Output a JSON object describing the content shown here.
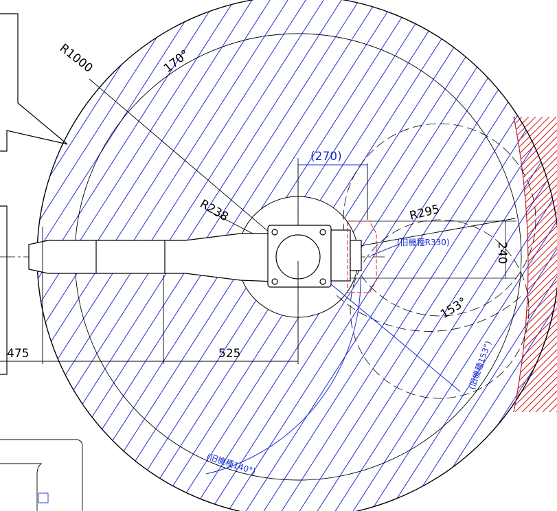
{
  "colors": {
    "line": "#000000",
    "hatch_blue": "#1a2fd0",
    "hatch_red": "#d01818",
    "annot_blue": "#1a2fd0"
  },
  "dimensions": {
    "r1000": "R1000",
    "a170": "170°",
    "w270": "(270)",
    "r238": "R238",
    "r295": "R295",
    "old_r330": "(旧機種R330)",
    "h240": "240",
    "a153": "153°",
    "old_a153": "(旧機種153°)",
    "old_a140": "(旧機種140°)",
    "d475": "475",
    "d525": "525"
  }
}
